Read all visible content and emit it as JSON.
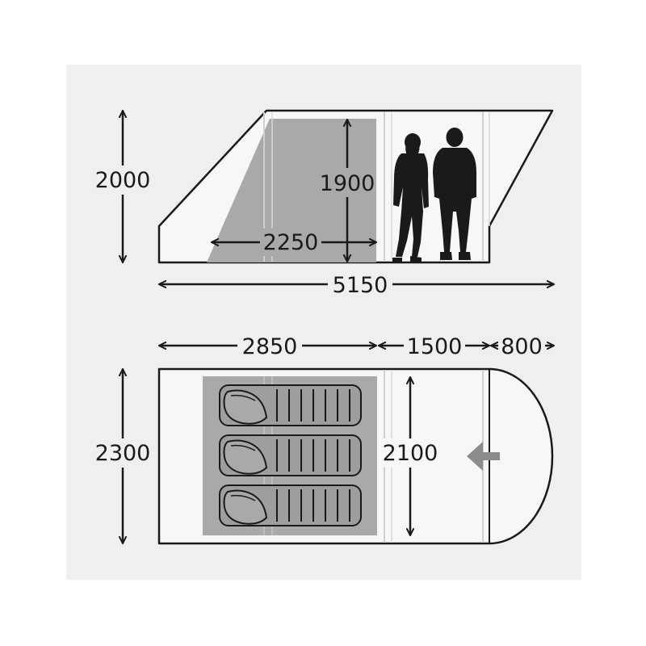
{
  "colors": {
    "background": "#ffffff",
    "panel": "#efefef",
    "tent_fill": "#f7f7f7",
    "outline": "#1a1a1a",
    "bedroom_shade": "#a9a9a9",
    "sleeping_bag": "#9e9e9e",
    "divider": "#cfcfcf",
    "entrance_arrow": "#8c8c8c"
  },
  "side_view": {
    "height_total": "2000",
    "height_bedroom": "1900",
    "bedroom_length": "2250",
    "length_total": "5150",
    "figures_icon": "two-people-icon"
  },
  "floor_plan": {
    "bedroom_length": "2850",
    "living_length": "1500",
    "porch_length": "800",
    "width_total": "2300",
    "width_inner": "2100",
    "sleeping_bags": 3,
    "entrance_icon": "entrance-arrow-icon"
  }
}
